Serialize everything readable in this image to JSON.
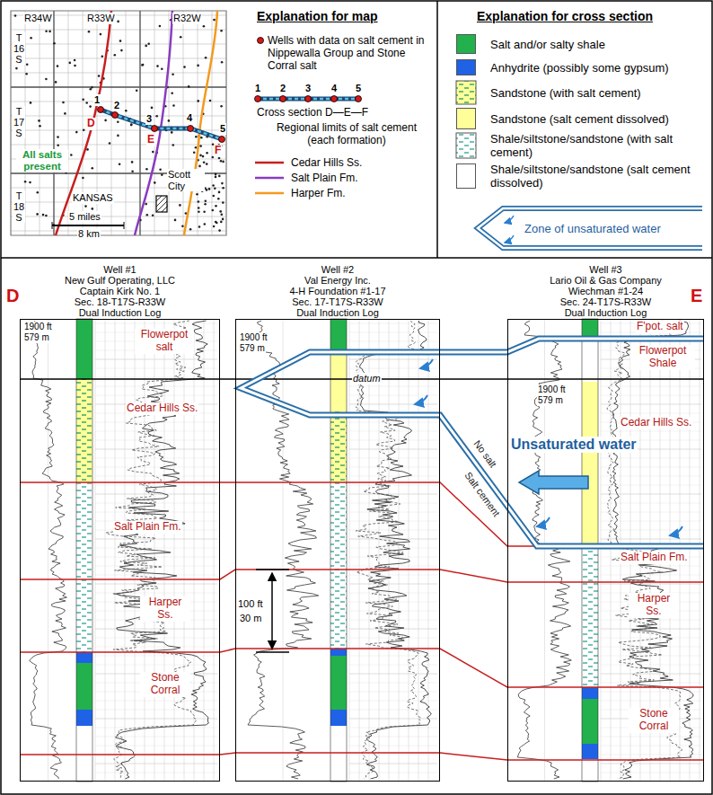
{
  "diagram": {
    "nodes": [
      {
        "text": [
          "Well #1",
          "New Gulf Operating, LLC",
          "Captain Kirk No. 1",
          "Sec. 18-T17S-R33W",
          "Dual Induction Log"
        ]
      },
      {
        "text": [
          "Well #2",
          "Val Energy Inc.",
          "4-H Foundation #1-17",
          "Sec. 17-T17S-R33W",
          "Dual Induction Log"
        ]
      },
      {
        "text": [
          "Well #3",
          "Lario Oil & Gas Company",
          "Wiechman #1-24",
          "Sec. 24-T17S-R33W",
          "Dual Induction Log"
        ]
      }
    ],
    "labels": [
      "R34W",
      "R33W",
      "R32W",
      "T 16 S",
      "T 17 S",
      "T 18 S",
      "1",
      "2",
      "3",
      "4",
      "5",
      "D",
      "E",
      "F",
      "All salts present",
      "KANSAS",
      "5 miles",
      "8 km",
      "Scott City",
      "Explanation for map",
      "1",
      "2",
      "3",
      "4",
      "5",
      "Regional limits of salt cement (each formation)",
      "Explanation for cross section",
      "D",
      "E",
      "1900 ft",
      "579 m",
      "1900 ft",
      "579 m",
      "1900 ft",
      "579 m",
      "datum",
      "Flowerpot salt",
      "Cedar Hills Ss.",
      "Salt Plain Fm.",
      "Harper Ss.",
      "Stone Corral",
      "F'pot. salt",
      "Flowerpot Shale",
      "Cedar Hills Ss.",
      "Salt Plain Fm.",
      "Harper Ss.",
      "Stone Corral",
      "Unsaturated water",
      "No salt",
      "Salt cement",
      "100 ft",
      "30 m"
    ],
    "legend": [
      {
        "text": "Wells with data on salt cement in Nippewalla Group and Stone Corral salt"
      },
      {
        "text": "Cross section D—E—F"
      },
      {
        "text": "Cedar Hills Ss."
      },
      {
        "text": "Salt Plain Fm."
      },
      {
        "text": "Harper Fm."
      },
      {
        "text": "Salt and/or salty shale",
        "color": "#22b14c"
      },
      {
        "text": "Anhydrite (possibly some gypsum)",
        "color": "#1f62e6"
      },
      {
        "text": "Sandstone (with salt cement)"
      },
      {
        "text": "Sandstone (salt cement dissolved)",
        "color": "#ffff99"
      },
      {
        "text": "Shale/siltstone/sandstone (with salt cement)"
      },
      {
        "text": "Shale/siltstone/sandstone (salt cement dissolved)",
        "color": "#ffffff"
      },
      {
        "text": "Zone of unsaturated water"
      }
    ]
  }
}
